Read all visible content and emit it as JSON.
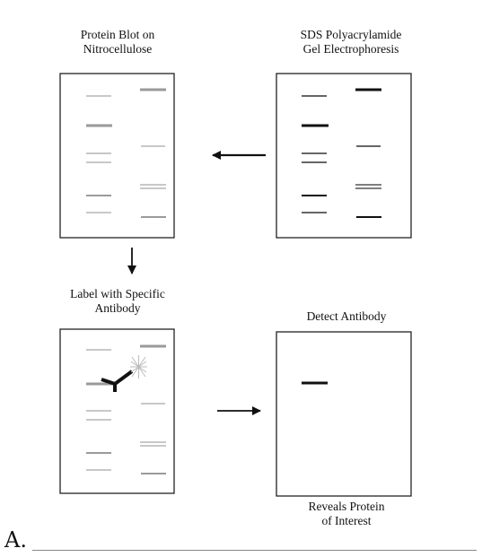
{
  "labels": {
    "blot": [
      "Protein Blot on",
      "Nitrocellulose"
    ],
    "sds": [
      "SDS Polyacrylamide",
      "Gel Electrophoresis"
    ],
    "label_antibody": [
      "Label with Specific",
      "Antibody"
    ],
    "detect": "Detect Antibody",
    "reveals": [
      "Reveals Protein",
      "of Interest"
    ]
  },
  "answer": {
    "letter": "A."
  },
  "colors": {
    "dark_band": "#111111",
    "grey_band": "#9a9a9a",
    "light_band": "#b5b5b5",
    "frame": "#222222",
    "spark": "#bbbbbb"
  }
}
